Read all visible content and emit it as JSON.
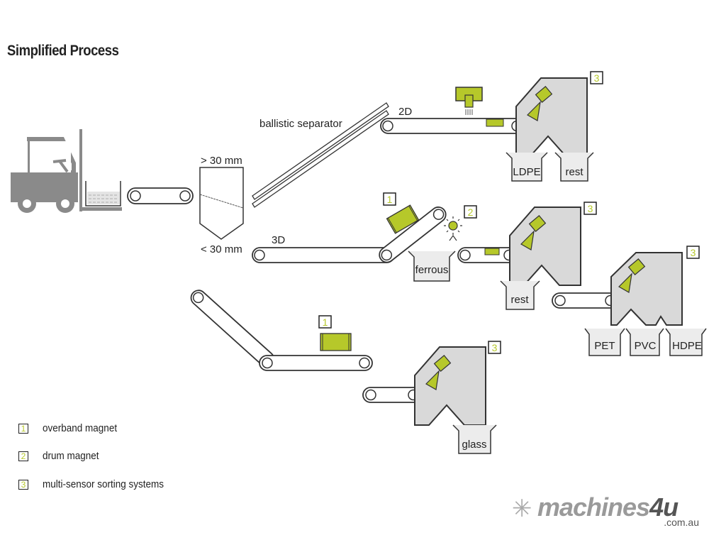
{
  "title": "Simplified Process",
  "labels": {
    "gt30": "> 30 mm",
    "lt30": "< 30 mm",
    "ballistic": "ballistic separator",
    "d2": "2D",
    "d3": "3D"
  },
  "bins": {
    "ldpe": "LDPE",
    "rest1": "rest",
    "ferrous": "ferrous",
    "rest2": "rest",
    "pet": "PET",
    "pvc": "PVC",
    "hdpe": "HDPE",
    "glass": "glass"
  },
  "markers": {
    "overband": "1",
    "drum": "2",
    "sorter": "3"
  },
  "legend": [
    {
      "num": "1",
      "text": "overband magnet"
    },
    {
      "num": "2",
      "text": "drum magnet"
    },
    {
      "num": "3",
      "text": "multi-sensor sorting systems"
    }
  ],
  "logo": {
    "main": "machines",
    "four": "4u",
    "sub": ".com.au"
  },
  "colors": {
    "accent": "#b6c82a",
    "machine": "#d9d9d9",
    "icon_gray": "#8a8a8a",
    "line": "#333333"
  }
}
